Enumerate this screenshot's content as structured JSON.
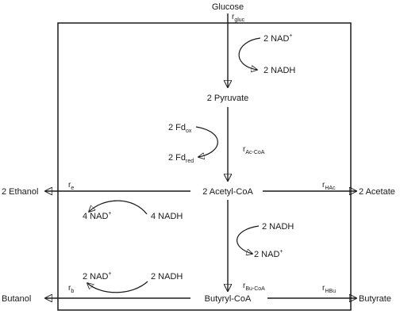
{
  "metabolites": {
    "glucose": "Glucose",
    "pyruvate": "2 Pyruvate",
    "acetyl_coa": "2 Acetyl-CoA",
    "butyryl_coa": "Butyryl-CoA",
    "ethanol": "2 Ethanol",
    "acetate": "2 Acetate",
    "butanol": "Butanol",
    "butyrate": "Butyrate"
  },
  "cofactors": {
    "glycolysis_in": {
      "base": "2 NAD",
      "sup": "+"
    },
    "glycolysis_out": "2 NADH",
    "fd_ox": {
      "base": "2 Fd",
      "sub": "ox"
    },
    "fd_red": {
      "base": "2 Fd",
      "sub": "red"
    },
    "ethanol_in": "4 NADH",
    "ethanol_out": {
      "base": "4 NAD",
      "sup": "+"
    },
    "butyryl_in": "2 NADH",
    "butyryl_out": {
      "base": "2 NAD",
      "sup": "+"
    },
    "butanol_in": "2 NADH",
    "butanol_out": {
      "base": "2 NAD",
      "sup": "+"
    }
  },
  "rates": {
    "gluc": {
      "base": "r",
      "sub": "gluc"
    },
    "ac_coa": {
      "base": "r",
      "sub": "Ac-CoA"
    },
    "e": {
      "base": "r",
      "sub": "e"
    },
    "hac": {
      "base": "r",
      "sub": "HAc"
    },
    "bu_coa": {
      "base": "r",
      "sub": "Bu-CoA"
    },
    "b": {
      "base": "r",
      "sub": "b"
    },
    "hbu": {
      "base": "r",
      "sub": "HBu"
    }
  }
}
